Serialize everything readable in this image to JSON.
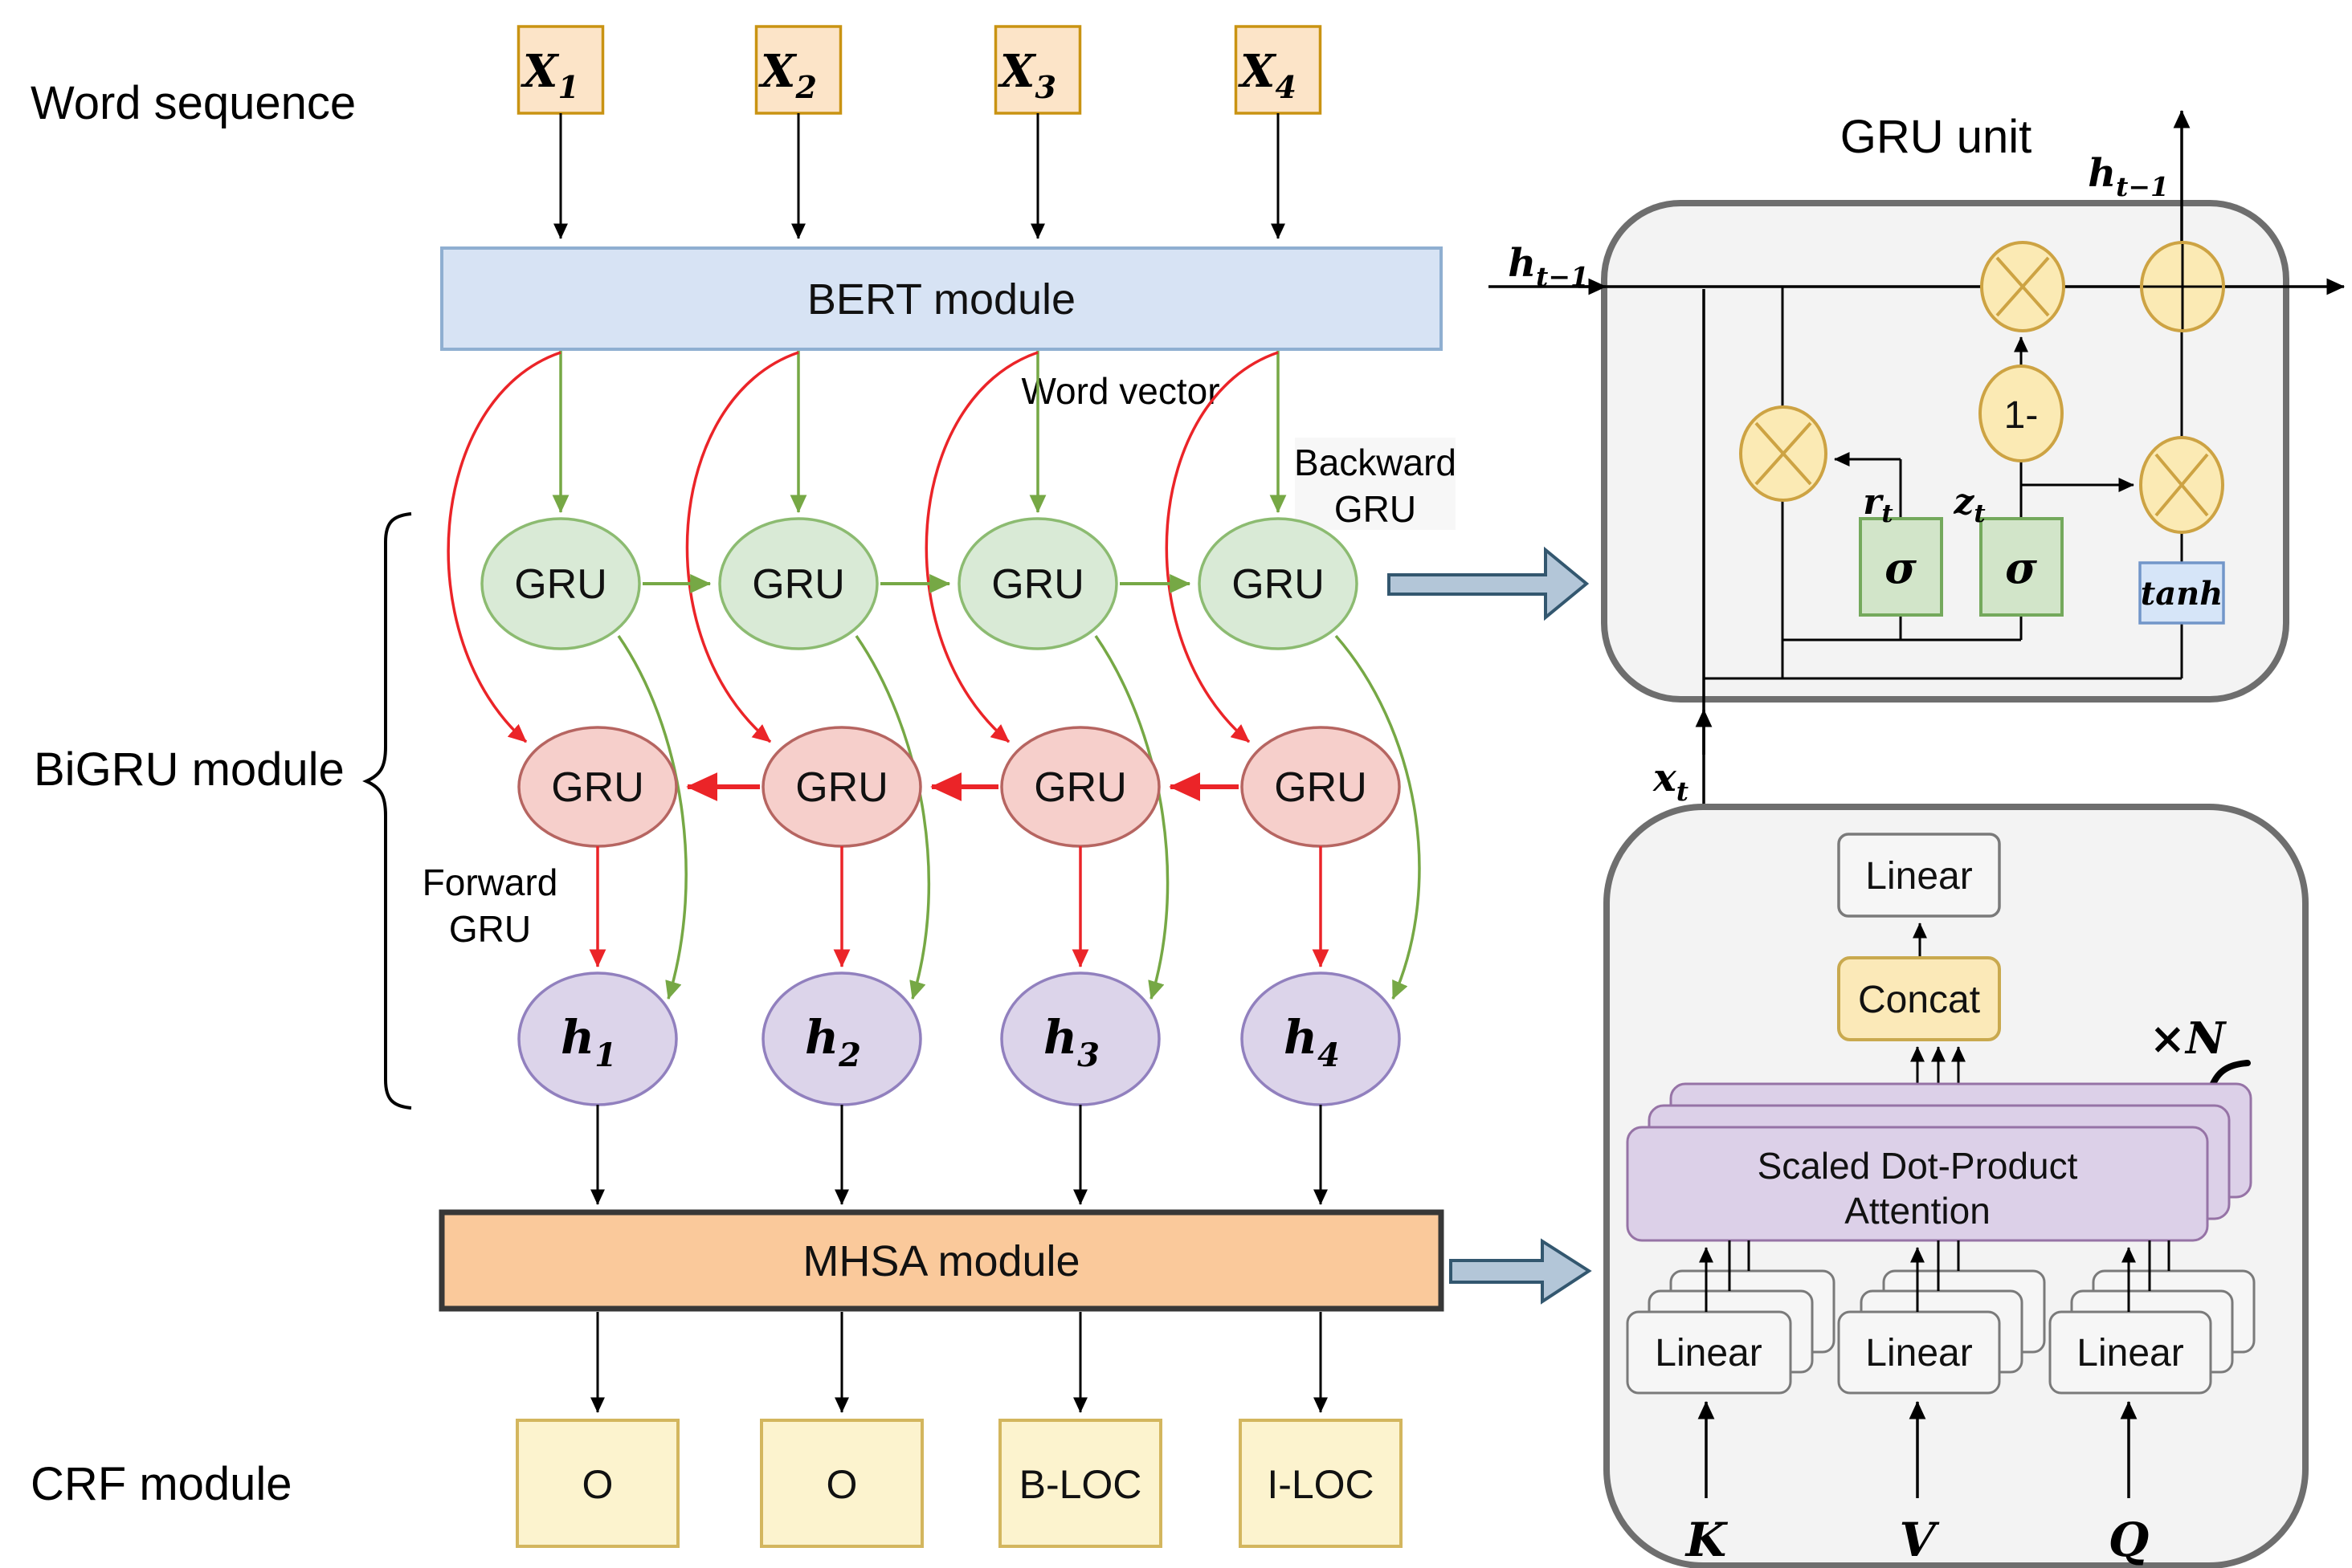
{
  "left_labels": {
    "word_sequence": "Word sequence",
    "bigru_module": "BiGRU module",
    "crf_module": "CRF module"
  },
  "word_sequence": {
    "items": [
      {
        "base": "X",
        "sub": "1"
      },
      {
        "base": "X",
        "sub": "2"
      },
      {
        "base": "X",
        "sub": "3"
      },
      {
        "base": "X",
        "sub": "4"
      }
    ]
  },
  "bert": {
    "label": "BERT module"
  },
  "word_vector": "Word vector",
  "bigru": {
    "unit_label": "GRU",
    "backward_label_line1": "Backward",
    "backward_label_line2": "GRU",
    "forward_label_line1": "Forward",
    "forward_label_line2": "GRU",
    "hidden": [
      {
        "base": "h",
        "sub": "1"
      },
      {
        "base": "h",
        "sub": "2"
      },
      {
        "base": "h",
        "sub": "3"
      },
      {
        "base": "h",
        "sub": "4"
      }
    ]
  },
  "mhsa": {
    "label": "MHSA module"
  },
  "crf": {
    "tags": [
      "O",
      "O",
      "B-LOC",
      "I-LOC"
    ]
  },
  "gru_unit": {
    "title": "GRU unit",
    "h_prev_left": {
      "base": "h",
      "sub": "t−1"
    },
    "h_prev_top": {
      "base": "h",
      "sub": "t−1"
    },
    "x_input": {
      "base": "x",
      "sub": "t"
    },
    "r_gate": {
      "base": "r",
      "sub": "t"
    },
    "z_gate": {
      "base": "z",
      "sub": "t"
    },
    "sigma": "σ",
    "one_minus": "1-",
    "tanh": "tanh"
  },
  "mhsa_unit": {
    "linear": "Linear",
    "concat": "Concat",
    "attention_line1": "Scaled Dot-Product",
    "attention_line2": "Attention",
    "times_n": {
      "times": "×",
      "n": "N"
    },
    "inputs": [
      "K",
      "V",
      "Q"
    ]
  },
  "colors": {
    "x_box_fill": "#FCE4C8",
    "x_box_border": "#C99312",
    "bert_fill": "#D7E3F4",
    "bert_border": "#8FAFD1",
    "green_fill": "#D9EAD6",
    "green_border": "#8CBB71",
    "green_arrow": "#76A845",
    "red_fill": "#F6CFCB",
    "red_border": "#B66561",
    "red_arrow": "#EB2428",
    "h_fill": "#DCD4EA",
    "h_border": "#9180BE",
    "mhsa_fill": "#FAC99B",
    "mhsa_border": "#373737",
    "crf_fill": "#FCF3CE",
    "crf_border": "#D3B65E",
    "gate_fill": "#FBEAB4",
    "gate_border": "#CDA343",
    "sigma_fill": "#D2E5C9",
    "sigma_border": "#74A95C",
    "tanh_fill": "#D6E5F8",
    "tanh_border": "#7296C9",
    "attention_fill": "#DCD0E8",
    "attention_border": "#9673A6",
    "linear_fill": "#F6F6F6",
    "linear_border": "#7A7A7A",
    "panel_fill": "#F3F3F3",
    "panel_border": "#6E6E6E",
    "block_arrow_fill": "#B3C6D8",
    "block_arrow_border": "#33576F"
  }
}
